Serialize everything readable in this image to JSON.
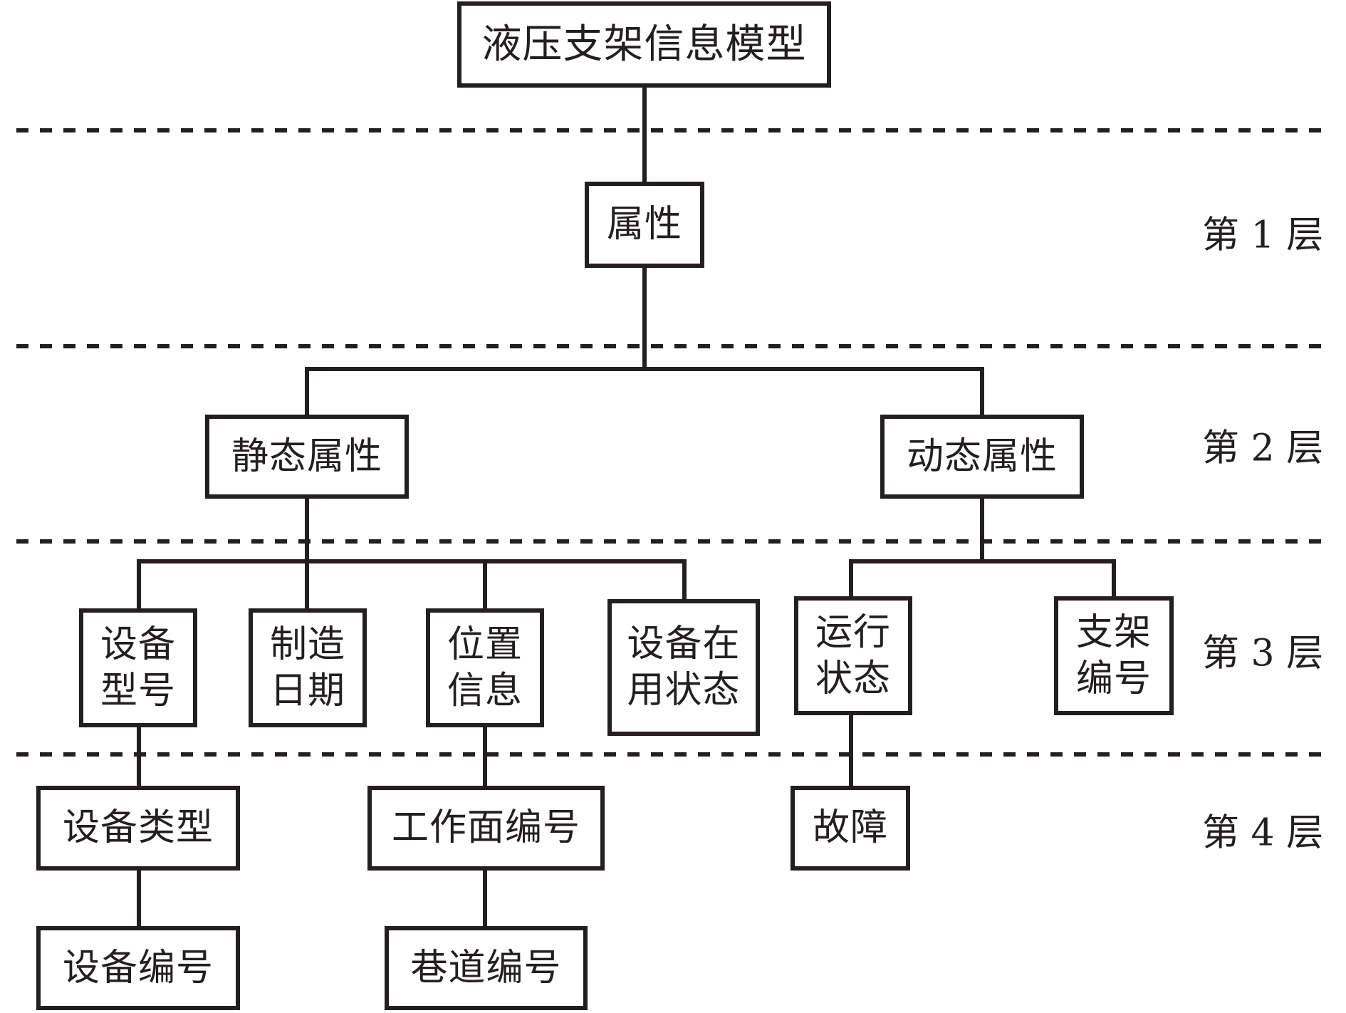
{
  "diagram": {
    "type": "hierarchy-tree",
    "root": "液压支架信息模型",
    "layer_labels": [
      "第 1 层",
      "第 2 层",
      "第 3 层",
      "第 4 层"
    ],
    "nodes": [
      {
        "id": "root",
        "label": "液压支架信息模型",
        "parent": null,
        "layer": 0
      },
      {
        "id": "attr",
        "label": "属性",
        "parent": "root",
        "layer": 1
      },
      {
        "id": "static",
        "label": "静态属性",
        "parent": "attr",
        "layer": 2
      },
      {
        "id": "dynamic",
        "label": "动态属性",
        "parent": "attr",
        "layer": 2
      },
      {
        "id": "model",
        "label": "设备\n型号",
        "parent": "static",
        "layer": 3
      },
      {
        "id": "mfgdate",
        "label": "制造\n日期",
        "parent": "static",
        "layer": 3
      },
      {
        "id": "location",
        "label": "位置\n信息",
        "parent": "static",
        "layer": 3
      },
      {
        "id": "inuse",
        "label": "设备在\n用状态",
        "parent": "static",
        "layer": 3
      },
      {
        "id": "runstate",
        "label": "运行\n状态",
        "parent": "dynamic",
        "layer": 3
      },
      {
        "id": "supportno",
        "label": "支架\n编号",
        "parent": "dynamic",
        "layer": 3
      },
      {
        "id": "devtype",
        "label": "设备类型",
        "parent": "model",
        "layer": 4
      },
      {
        "id": "faceno",
        "label": "工作面编号",
        "parent": "location",
        "layer": 4
      },
      {
        "id": "fault",
        "label": "故障",
        "parent": "runstate",
        "layer": 4
      },
      {
        "id": "devno",
        "label": "设备编号",
        "parent": "devtype",
        "layer": 5
      },
      {
        "id": "roadwayno",
        "label": "巷道编号",
        "parent": "faceno",
        "layer": 5
      }
    ]
  }
}
